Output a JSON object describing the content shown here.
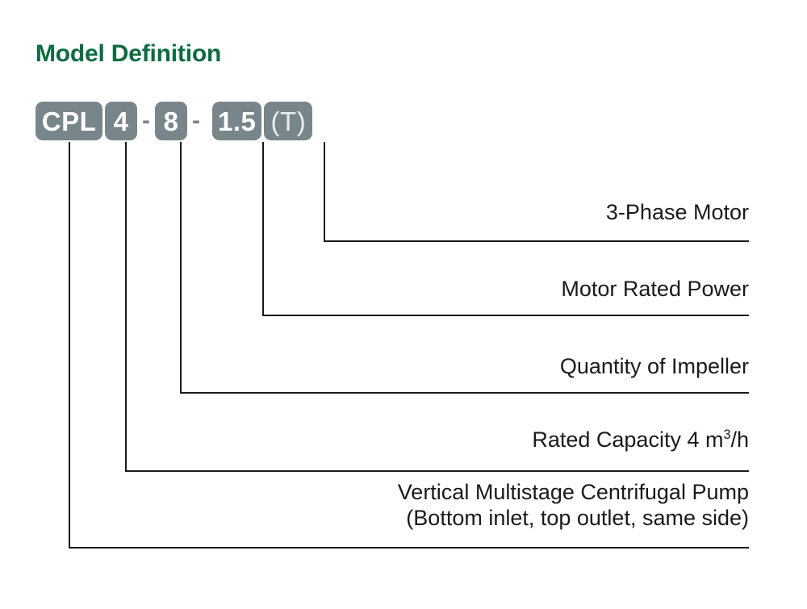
{
  "title": "Model Definition",
  "colors": {
    "title": "#0d6b41",
    "badge_bg": "#78868c",
    "badge_text": "#ffffff",
    "line": "#1a1a1a",
    "label_text": "#1a1a1a",
    "background": "#ffffff"
  },
  "model_code": {
    "segments": [
      {
        "id": "series",
        "text": "CPL"
      },
      {
        "id": "capacity",
        "text": "4"
      },
      {
        "id": "stages",
        "text": "8"
      },
      {
        "id": "power",
        "text": "1.5"
      },
      {
        "id": "phase",
        "text": "(T)"
      }
    ],
    "separator": "-"
  },
  "legend": [
    {
      "id": "phase",
      "line1": "3-Phase Motor",
      "line2": ""
    },
    {
      "id": "power",
      "line1": "Motor Rated Power",
      "line2": ""
    },
    {
      "id": "stages",
      "line1": "Quantity of Impeller",
      "line2": ""
    },
    {
      "id": "capacity",
      "line1_a": "Rated Capacity  4 m",
      "line1_sup": "3",
      "line1_b": "/h",
      "line2": ""
    },
    {
      "id": "series",
      "line1": "Vertical Multistage Centrifugal Pump",
      "line2": "(Bottom inlet, top outlet, same side)"
    }
  ]
}
